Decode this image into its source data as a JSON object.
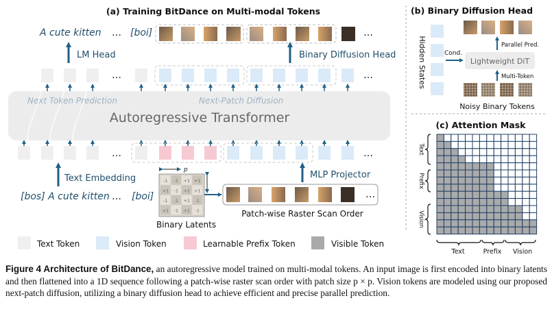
{
  "panels": {
    "a_title": "(a)  Training BitDance on Multi-modal Tokens",
    "b_title": "(b) Binary Diffusion Head",
    "c_title": "(c) Attention Mask"
  },
  "panel_a": {
    "output_text": "A cute kitten",
    "ellipsis": "…",
    "boi": "[boi]",
    "lm_head": "LM Head",
    "binary_diffusion_head": "Binary Diffusion Head",
    "next_token_prediction": "Next Token Prediction",
    "next_patch_diffusion": "Next-Patch Diffusion",
    "transformer": "Autoregressive Transformer",
    "text_embedding": "Text Embedding",
    "mlp_projector": "MLP Projector",
    "input_text": "[bos] A cute kitten",
    "binary_latents": "Binary Latents",
    "raster_scan": "Patch-wise Raster Scan Order",
    "p_label": "p",
    "grid_values": [
      "-1",
      "-1",
      "+1",
      "+1",
      "+1",
      "-1",
      "+1",
      "+1",
      "-1",
      "-1",
      "+1",
      "-1",
      "+1",
      "-1",
      "+1",
      "-1"
    ]
  },
  "panel_b": {
    "hidden_states": "Hidden States",
    "cond": "Cond.",
    "dit": "Lightweight DiT",
    "parallel_pred": "Parallel Pred.",
    "multi_token": "Multi-Token",
    "noisy_tokens": "Noisy Binary Tokens"
  },
  "panel_c": {
    "labels": [
      "Text",
      "Prefix",
      "Vision"
    ],
    "bottom_labels": [
      "Text",
      "Prefix",
      "Vision"
    ]
  },
  "legend": [
    {
      "label": "Text Token",
      "color": "#efefef"
    },
    {
      "label": "Vision Token",
      "color": "#dbeaf8"
    },
    {
      "label": "Learnable Prefix Token",
      "color": "#f7c9d2"
    },
    {
      "label": "Visible Token",
      "color": "#aaaaaa"
    }
  ],
  "colors": {
    "arrow": "#1f5f86",
    "text_dark": "#1f4e6b",
    "italic_gray": "#9fb3c4",
    "transformer_bg": "#ececec"
  },
  "caption": {
    "label": "Figure 4",
    "title": "Architecture of BitDance,",
    "body": " an autoregressive model trained on multi-modal tokens. An input image is first encoded into binary latents and then flattened into a 1D sequence following a patch-wise raster scan order with patch size p × p. Vision tokens are modeled using our proposed next-patch diffusion, utilizing a binary diffusion head to achieve efficient and precise parallel prediction."
  }
}
